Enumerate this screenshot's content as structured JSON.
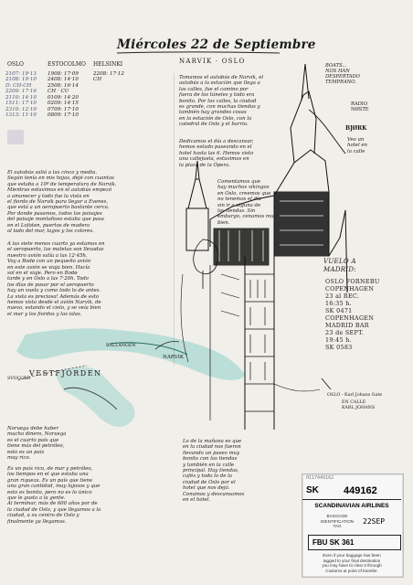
{
  "title": "Miércoles 22 de Septiembre",
  "subtitle": "NARVIK · OSLO",
  "schedule": {
    "headers": [
      "OSLO",
      "ESTOCOLMO",
      "HELSINKI"
    ],
    "oslo": "2107: 19·13\n2108: 19·10\nD: CH-CH\n2209: 17·16\n2110: 14·10\n1511: 17·10\n2310: 12·10\n1313: 11·10",
    "estocolmo": "1908: 17·09\n2408: 14·10\n2508: 16·14\nCH · CU\n0109: 14·20\n0209: 14·15\n0709: 17·10\n0809: 17·10",
    "helsinki": "2208: 17·12\nCH"
  },
  "left_paragraph_1": "El autobús salió a las cinco y media.\nSegún tenía en mis hojas, dejé con cuantas\nque estaba a 10º de temperatura de Narvik.\nMientras estuvimos en el autobús empezó\na amanecer y todo fue la vista en\nel fiordo de Narvik para llegar a Evenes,\nque está a un aeropuerto bastante cerca.\nPor donde pasamos, todos los paisajes\ndel paisaje montañoso estaba que pasa\nen el Lofoten, puertos de madera\nal lado del mar, lagos y los colores.",
  "left_paragraph_2": "A las siete menos cuarto ya estamos en\nel aeropuerto, las maletas son llevadas\nnuestro avión salía a las 12·45h.\nVoy a Bodø con un pequeño avión\nen este avión se viaja bien. Hacía\nsol en el viaje. Pero en Bodø\ntarde y en Oslo a las 7·20h. Todo\nlos días de pasar por el aeropuerto\nhay un vuelo y como todo lo de antes.\nLa vista es preciosa! Además de esto\nhemos visto desde el avión Narvik, de\nnuevo, estando el cielo, y se veía bien\nel mar y los fiordos y las islas.",
  "vestfjorden": "VESTFJORDEN",
  "map_labels": [
    "BALLANGEN",
    "NARVIK",
    "SVOLVÆR"
  ],
  "left_paragraph_3": "Noruega debe haber\nmucho dinero, Noruega\nes el cuarto país que\ntiene más del petróleo,\nesto es un país\nmuy rico.",
  "left_paragraph_4": "Es un país rico, de mar y petróleo,\nlos tiempos en el que estaba una\ngran riqueza. Es un país que tiene\nuna gran cantidad, muy lujosos y que\nesto es bonito, pero no es lo único\nque le gusta a la gente.\nAl terminar, más de 600 años por de\nla ciudad de Oslo, y que llegamos a la\nciudad, a su centro de Oslo y\nfinalmente ya llegamos.",
  "right_paragraph_1": "Tomamos el autobús de Narvik, el\nautobús a la estación que llega a\nlas calles, fue el camino por\nfuera de los túneles y todo era\nbonito. Por las calles, la ciudad\nes grande, con muchas tiendas y\ntambién hay grandes cosas\nen la estación de Oslo, con la\ncatedral de Oslo y el barrio.",
  "right_paragraph_2": "Dedicamos el día a descansar,\nhemos estado paseando en el\nhotel hasta las 6. Hemos visto\nuna callejuela, estuvimos en\nla plaza de la Ópera.",
  "right_paragraph_3": "Comentamos que\nhay muchos vikingos\nen Oslo, creemos que\nno tenemos el día\nsin ir a alguna de\nlas tiendas. Sin\nembargo, cenamos muy\nbien.",
  "margin_notes": {
    "boat": "BOATS...\nNOS HAN\nDESPERTADO\nTEMPRANO.",
    "radio": "RADIO\nNØSTE",
    "bjork": "BJØRK",
    "bjork_sub": "Veo un\nhotel en\nla calle"
  },
  "flight_info": {
    "heading": "VUELO A\nMADRID:",
    "lines": "OSLO FORNEBU\nCOPENHAGEN\n23 al REC.\n16:35 h.\nSK 0471\nCOPENHAGEN\nMADRID BAR\n23 de SEPT.\n19:45 h.\nSK 0583"
  },
  "street_label": "OSLO - Karl Johans Gate",
  "street_sub": "EN CALLE\nKARL JOHANS",
  "bottom_center": "Lo de la mañana es que\nen la ciudad nos fueron\nllevando un paseo muy\nbonito con las tiendas\ny también en la calle\nprincipal. Hay tiendas,\ncafés y todo lo de la\nciudad de Oslo por el\nhotel que nos dejó.\nCenamos y descansamos\nen el hotel.",
  "baggage_tag": {
    "top_code": "0117449162",
    "airline_code": "SK",
    "tag_number": "449162",
    "airline": "SCANDINAVIAN AIRLINES",
    "id_text": "BAGGAGE\nIDENTIFICATION\nTAG",
    "date": "22SEP",
    "route": "FBU  SK  361",
    "notice": "Even if your baggage has been\ntagged to your final destination\nyou may have to clear it through\nCustoms at point of transfer."
  }
}
